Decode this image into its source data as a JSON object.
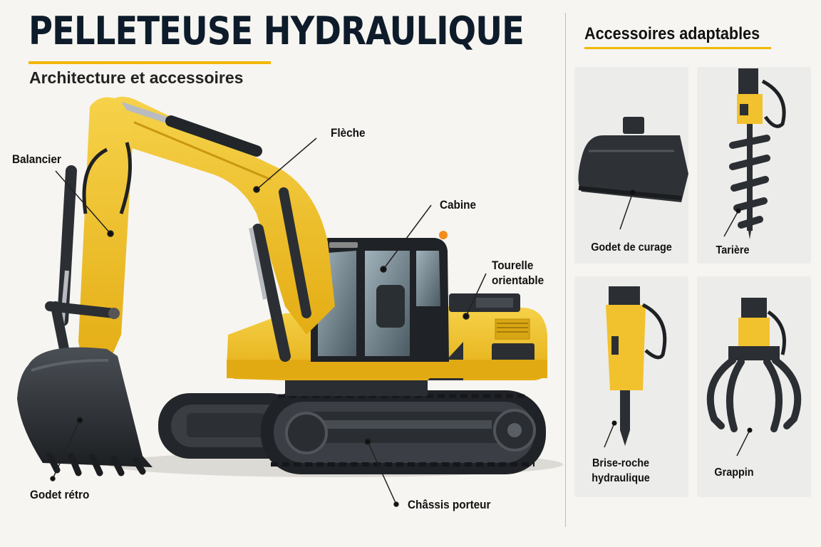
{
  "header": {
    "title": "PELLETEUSE HYDRAULIQUE",
    "subtitle": "Architecture et accessoires"
  },
  "parts": {
    "balancier": "Balancier",
    "fleche": "Flèche",
    "cabine": "Cabine",
    "tourelle_line1": "Tourelle",
    "tourelle_line2": "orientable",
    "godet_retro": "Godet rétro",
    "chassis_porteur": "Châssis porteur"
  },
  "accessories": {
    "title": "Accessoires adaptables",
    "godet_curage": "Godet de curage",
    "tariere": "Tarière",
    "brise_roche_line1": "Brise-roche",
    "brise_roche_line2": "hydraulique",
    "grappin": "Grappin"
  },
  "colors": {
    "machine_yellow": "#f2c12e",
    "steel_dark": "#2b2f33",
    "accent_underline": "#f2b705",
    "title_navy": "#0d1b2a"
  }
}
